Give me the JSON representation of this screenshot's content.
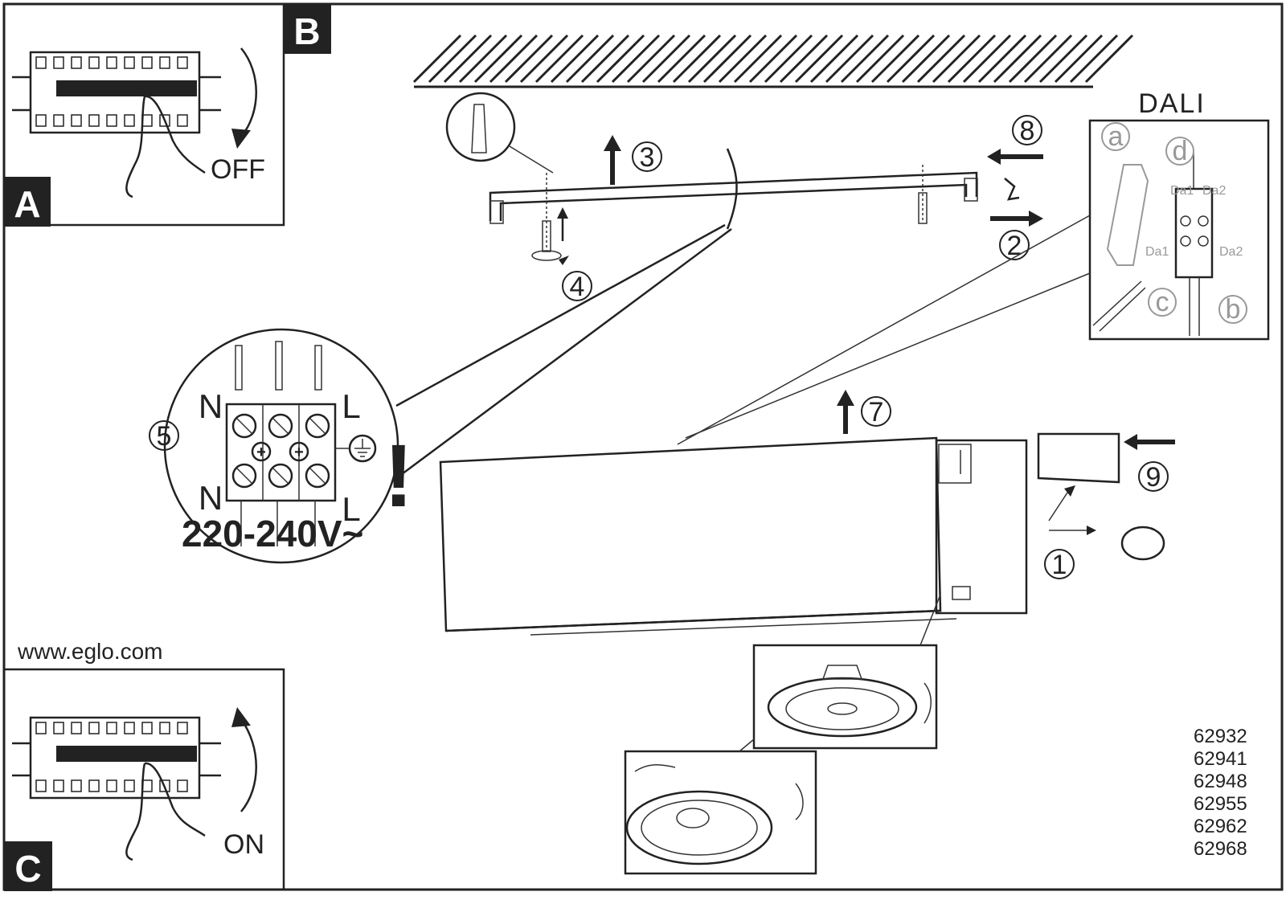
{
  "panels": {
    "a_label": "A",
    "b_label": "B",
    "c_label": "C",
    "off_label": "OFF",
    "on_label": "ON"
  },
  "website": "www.eglo.com",
  "voltage": "220-240V~",
  "dali_label": "DALI",
  "steps": [
    "1",
    "2",
    "3",
    "4",
    "5",
    "7",
    "8",
    "9"
  ],
  "terminal_labels": {
    "n_top": "N",
    "n_bottom": "N",
    "l_top": "L",
    "l_bottom": "L",
    "warning": "!"
  },
  "dali_steps": {
    "a": "a",
    "b": "b",
    "c": "c",
    "d": "d"
  },
  "dali_terminals": {
    "da1_top": "Da1",
    "da2_top": "Da2",
    "da1_bottom": "Da1",
    "da2_bottom": "Da2"
  },
  "article_numbers": [
    "62932",
    "62941",
    "62948",
    "62955",
    "62962",
    "62968"
  ],
  "icons": [
    "breaker-icon",
    "hand-icon",
    "ground-icon",
    "dowel-icon",
    "screw-icon",
    "warning-icon"
  ]
}
